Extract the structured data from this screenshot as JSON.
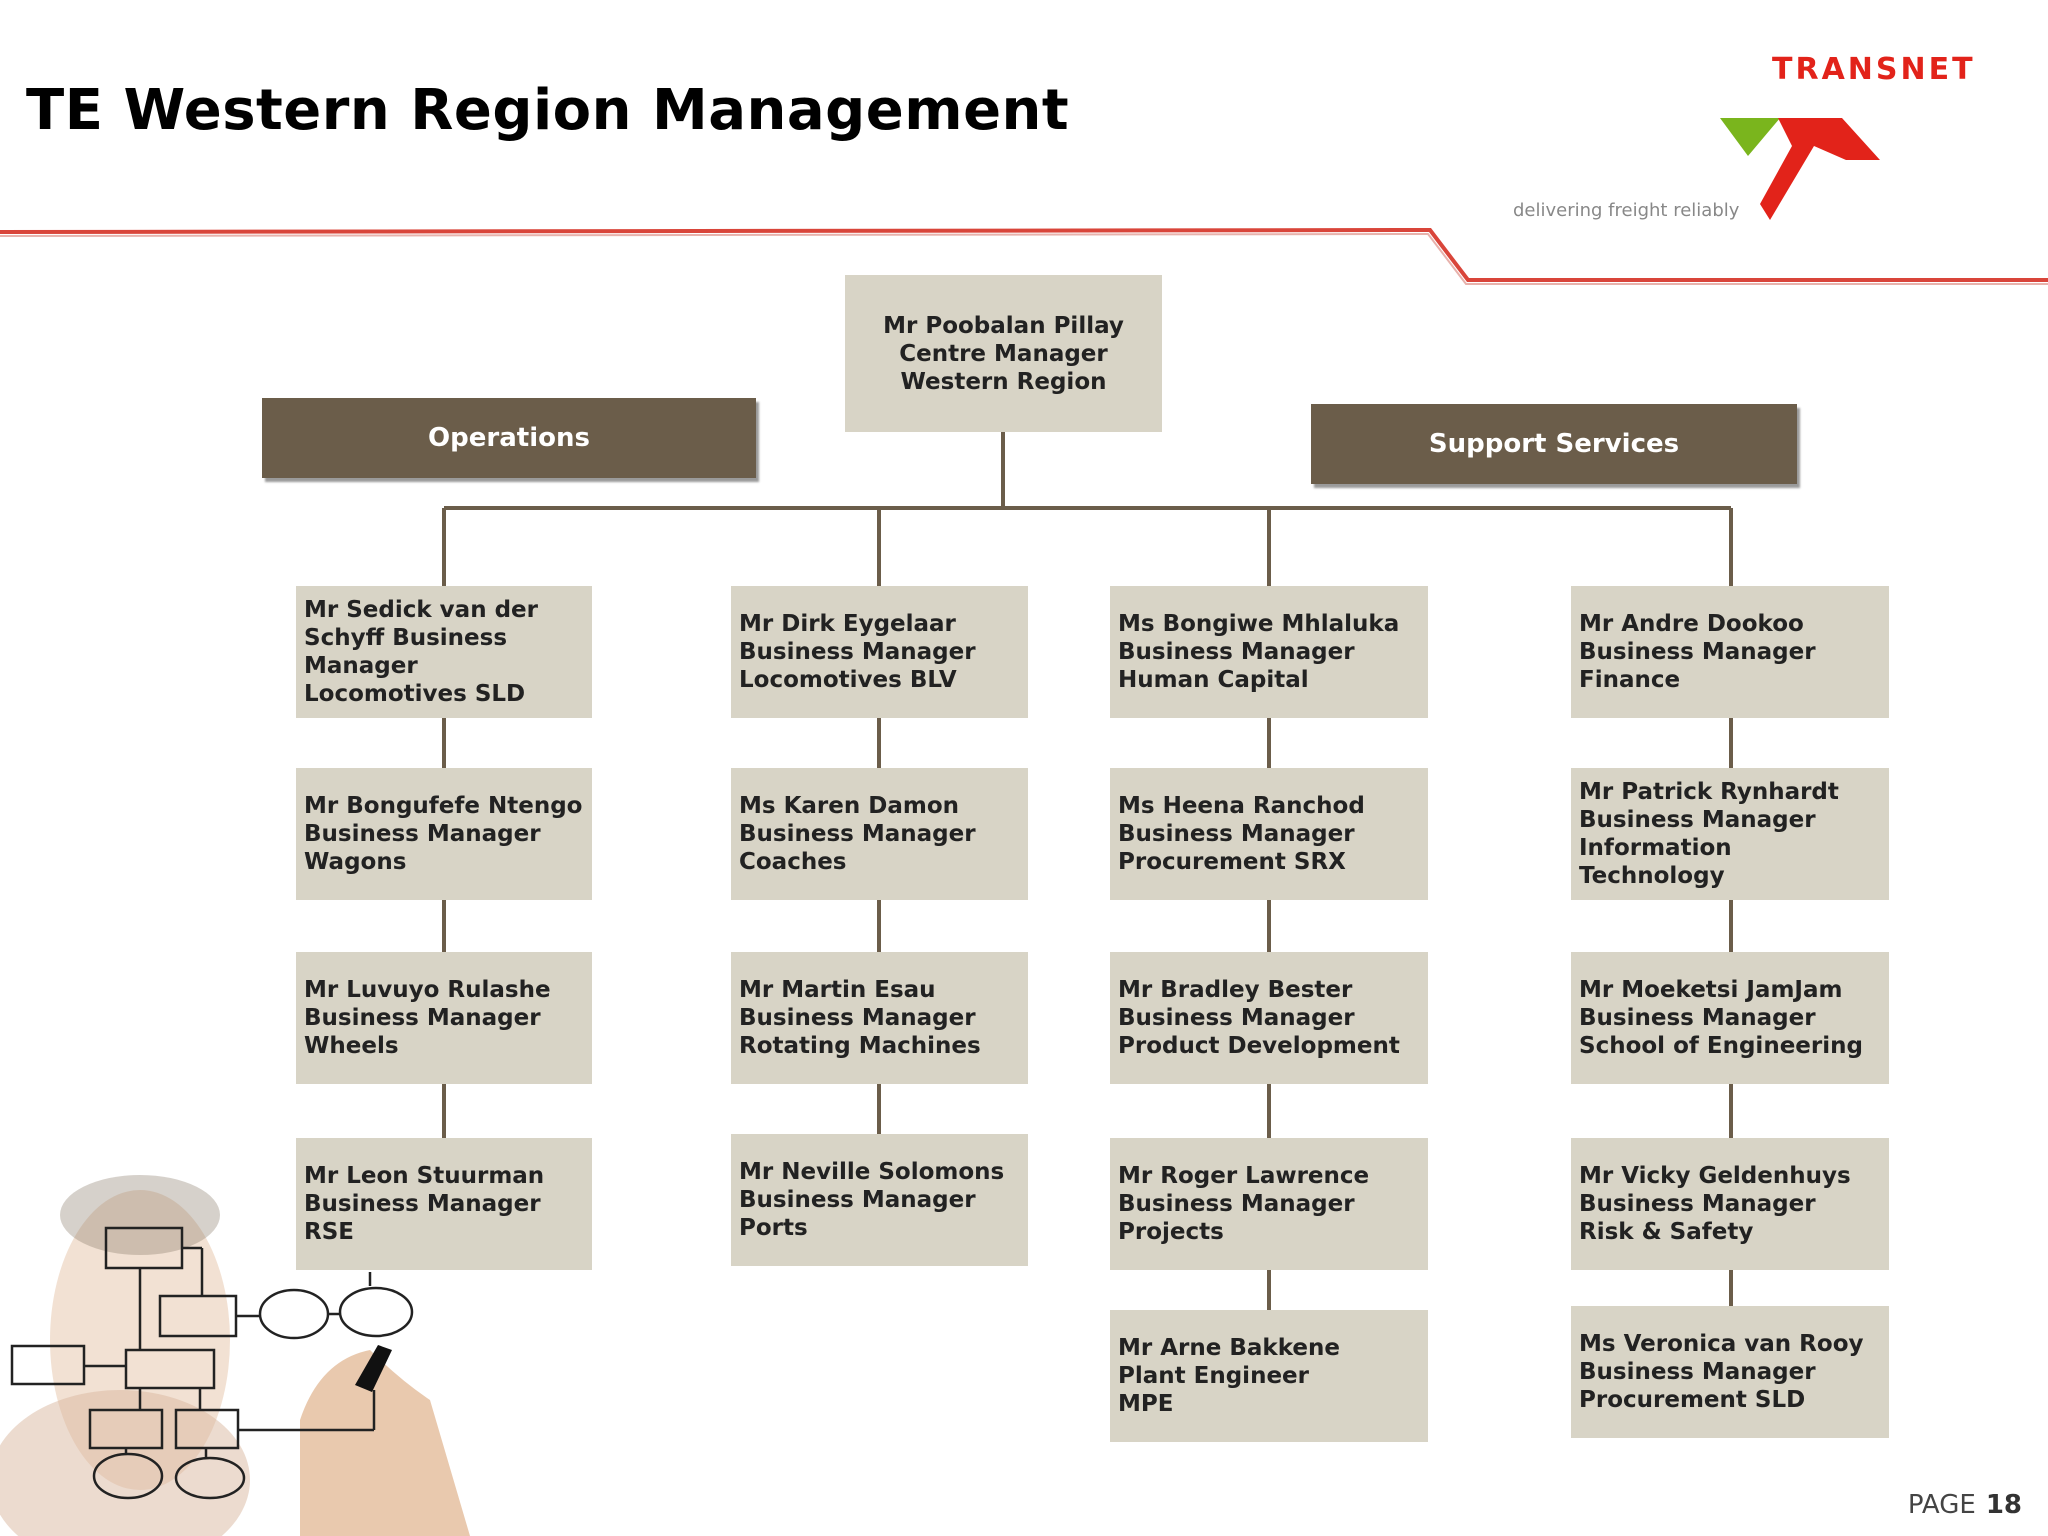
{
  "title": "TE Western Region Management",
  "logo": {
    "wordmark": "TRANSNET",
    "tagline": "delivering freight reliably",
    "colors": {
      "red": "#e2231a",
      "green": "#7ab51d"
    }
  },
  "colors": {
    "header_box": "#6b5d4a",
    "person_box": "#d8d4c6",
    "connector": "#6b5d4a",
    "accent_line": "#d9453a"
  },
  "root": {
    "lines": [
      "Mr Poobalan Pillay",
      "Centre Manager",
      "Western Region"
    ]
  },
  "groups": {
    "left": "Operations",
    "right": "Support Services"
  },
  "columns": [
    {
      "people": [
        {
          "lines": [
            "Mr Sedick van der",
            "Schyff Business",
            "Manager",
            "Locomotives SLD"
          ]
        },
        {
          "lines": [
            "Mr Bongufefe Ntengo",
            "Business Manager",
            "Wagons"
          ]
        },
        {
          "lines": [
            "Mr Luvuyo Rulashe",
            "Business Manager",
            "Wheels"
          ]
        },
        {
          "lines": [
            "Mr Leon Stuurman",
            "Business Manager",
            "RSE"
          ]
        }
      ]
    },
    {
      "people": [
        {
          "lines": [
            "Mr Dirk Eygelaar",
            "Business Manager",
            "Locomotives BLV"
          ]
        },
        {
          "lines": [
            "Ms Karen Damon",
            "Business Manager",
            "Coaches"
          ]
        },
        {
          "lines": [
            "Mr Martin Esau",
            "Business Manager",
            "Rotating Machines"
          ]
        },
        {
          "lines": [
            "Mr Neville Solomons",
            "Business Manager",
            "Ports"
          ]
        }
      ]
    },
    {
      "people": [
        {
          "lines": [
            "Ms Bongiwe Mhlaluka",
            "Business Manager",
            "Human Capital"
          ]
        },
        {
          "lines": [
            "Ms Heena Ranchod",
            "Business Manager",
            "Procurement SRX"
          ]
        },
        {
          "lines": [
            "Mr Bradley Bester",
            "Business Manager",
            "Product Development"
          ]
        },
        {
          "lines": [
            "Mr Roger Lawrence",
            "Business Manager",
            "Projects"
          ]
        },
        {
          "lines": [
            "Mr Arne Bakkene",
            "Plant Engineer",
            "MPE"
          ]
        }
      ]
    },
    {
      "people": [
        {
          "lines": [
            "Mr Andre Dookoo",
            "Business Manager",
            "Finance"
          ]
        },
        {
          "lines": [
            "Mr Patrick Rynhardt",
            "Business Manager",
            "Information Technology"
          ]
        },
        {
          "lines": [
            "Mr Moeketsi JamJam",
            "Business Manager",
            "School of Engineering"
          ]
        },
        {
          "lines": [
            "Mr Vicky Geldenhuys",
            "Business Manager",
            "Risk & Safety"
          ]
        },
        {
          "lines": [
            "Ms Veronica van Rooy",
            "Business Manager",
            "Procurement SLD"
          ]
        }
      ]
    }
  ],
  "footer": {
    "page_label": "PAGE",
    "page_number": "18"
  }
}
